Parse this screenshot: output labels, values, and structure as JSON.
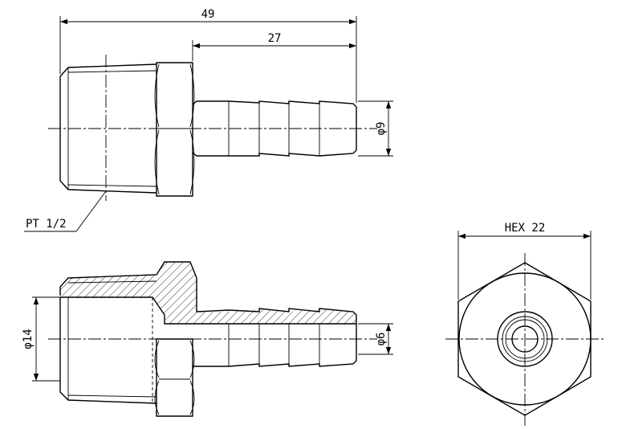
{
  "dimensions": {
    "overall_length": "49",
    "barb_length": "27",
    "barb_outer_diameter": "φ9",
    "bore_diameter": "φ6",
    "thread_diameter": "φ14",
    "thread_callout": "PT 1/2",
    "hex_size": "HEX 22"
  }
}
